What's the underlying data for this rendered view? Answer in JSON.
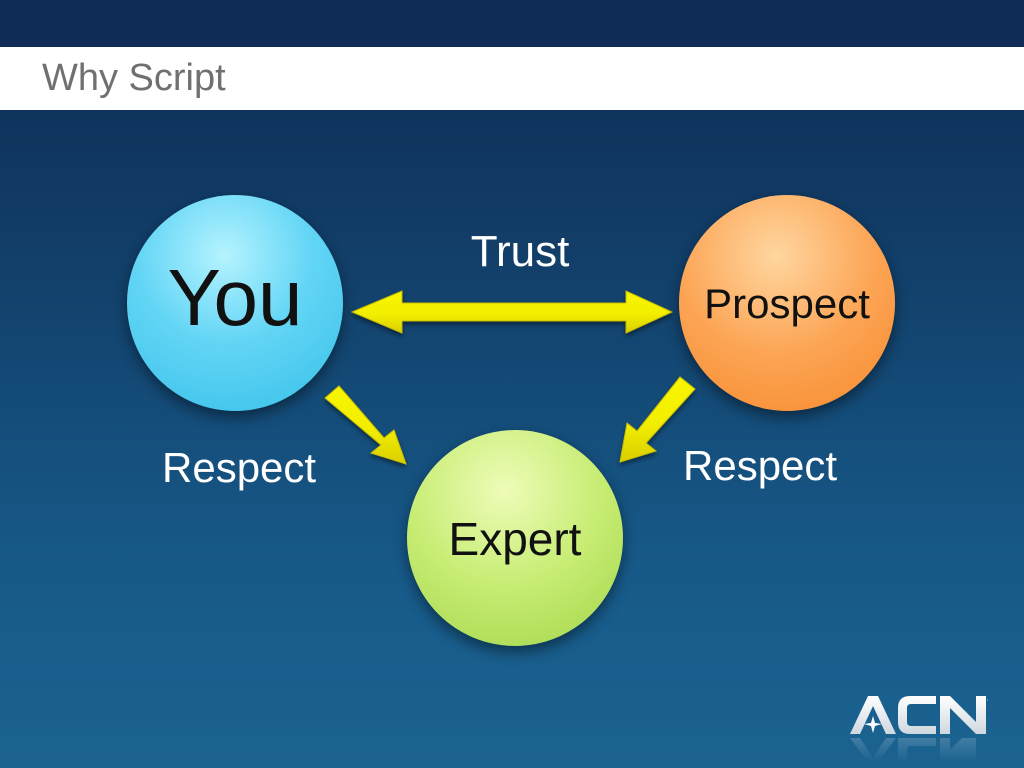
{
  "slide": {
    "title": "Why Script"
  },
  "diagram": {
    "nodes": {
      "you": "You",
      "prospect": "Prospect",
      "expert": "Expert"
    },
    "edges": {
      "trust": "Trust",
      "respect_left": "Respect",
      "respect_right": "Respect"
    }
  },
  "logo": {
    "text": "ACN"
  },
  "colors": {
    "background": "#12406a",
    "title_bar": "#ffffff",
    "title_text": "#707070",
    "you_circle": "#4ecbf0",
    "prospect_circle": "#f99a42",
    "expert_circle": "#b8e35e",
    "arrow": "#f2ee00"
  }
}
